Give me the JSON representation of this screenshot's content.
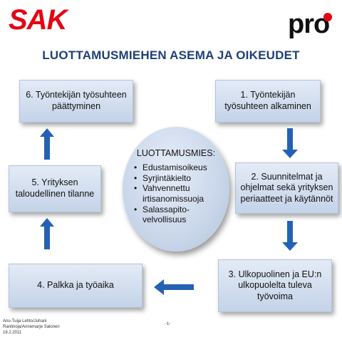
{
  "logos": {
    "left": "SAK",
    "right": "pro",
    "brand_red": "#e30613",
    "brand_black": "#111111"
  },
  "title": "LUOTTAMUSMIEHEN ASEMA JA OIKEUDET",
  "boxes": {
    "box1": "1. Työntekijän työsuhteen alkaminen",
    "box2": "2. Suunnitelmat ja ohjelmat sekä yrityksen periaatteet ja käytännöt",
    "box3": "3. Ulkopuolinen ja EU:n ulkopuolelta tuleva työvoima",
    "box4": "4. Palkka ja työaika",
    "box5": "5. Yrityksen taloudellinen tilanne",
    "box6": "6. Työntekijän työsuhteen päättyminen"
  },
  "center": {
    "title": "LUOTTAMUSMIES:",
    "items": [
      "Edustamisoikeus",
      "Syrjintäkielto",
      "Vahvennettu irtisanomissuoja",
      "Salassapito-velvollisuus"
    ]
  },
  "colors": {
    "title": "#1f3f78",
    "arrow": "#2461b4",
    "box_border": "#b3c4dd"
  },
  "footer": {
    "authors_line1": "Anu-Tuija Lehto/Juhani",
    "authors_line2": "Rantinoja/Annemarje Salonen",
    "date": "18.2.2011",
    "page": "-1-"
  }
}
